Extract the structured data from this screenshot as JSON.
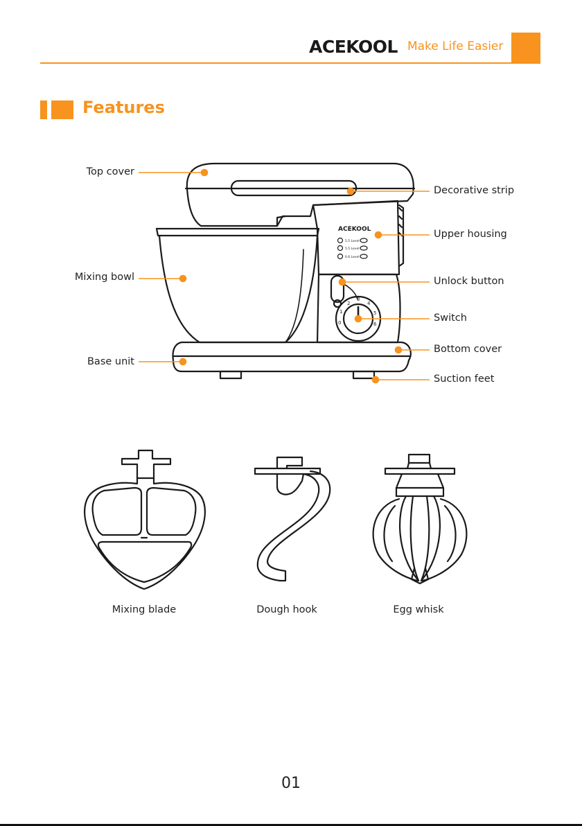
{
  "header": {
    "brand": "ACEKOOL",
    "tagline": "Make Life Easier",
    "accent_color": "#f7931e"
  },
  "section": {
    "title": "Features"
  },
  "mixer": {
    "panel_brand": "ACEKOOL",
    "panel_rows": [
      "5.5 Level",
      "5.5 Level",
      "6.6 Level"
    ],
    "dial_numbers": [
      "0",
      "1",
      "2",
      "3",
      "4",
      "5",
      "6"
    ],
    "labels_left": [
      "Top cover",
      "Mixing bowl",
      "Base unit"
    ],
    "labels_right": [
      "Decorative strip",
      "Upper housing",
      "Unlock button",
      "Switch",
      "Bottom cover",
      "Suction feet"
    ]
  },
  "accessories": [
    "Mixing blade",
    "Dough hook",
    "Egg whisk"
  ],
  "page_number": "01"
}
